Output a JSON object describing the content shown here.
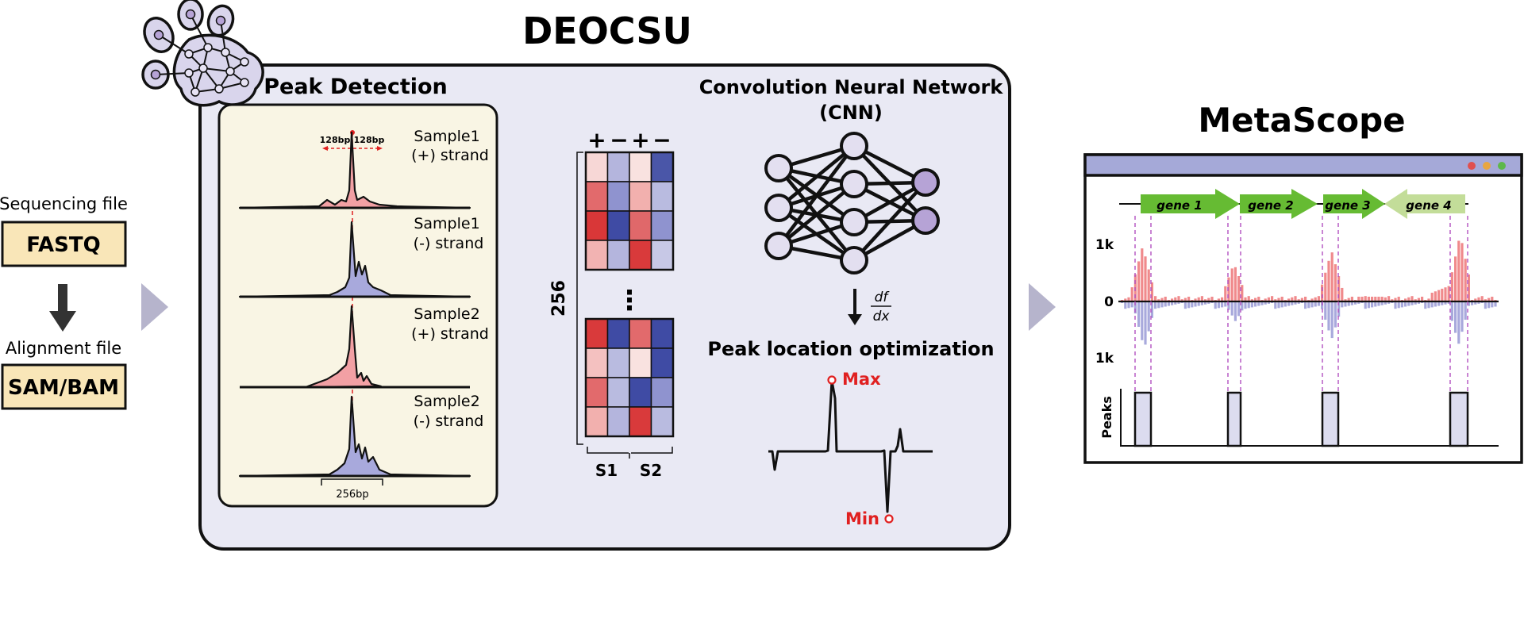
{
  "input": {
    "sequencing_label": "Sequencing file",
    "fastq_label": "FASTQ",
    "alignment_label": "Alignment file",
    "sambam_label": "SAM/BAM"
  },
  "deocsu": {
    "title": "DEOCSU",
    "peak_detection": {
      "title": "Peak Detection",
      "half_window_left": "128bp",
      "half_window_right": "128bp",
      "window_label": "256bp",
      "tracks": [
        {
          "sample": "Sample1",
          "strand": "(+) strand",
          "color": "#f2a0a4"
        },
        {
          "sample": "Sample1",
          "strand": "(-) strand",
          "color": "#a8a9dc"
        },
        {
          "sample": "Sample2",
          "strand": "(+) strand",
          "color": "#f2a0a4"
        },
        {
          "sample": "Sample2",
          "strand": "(-) strand",
          "color": "#a8a9dc"
        }
      ]
    },
    "matrix": {
      "col_signs": [
        "+",
        "−",
        "+",
        "−"
      ],
      "row_count_label": "256",
      "ellipsis": "⋮",
      "sample_labels": [
        "S1",
        "S2"
      ],
      "top_colors": [
        [
          "#f7d7d6",
          "#b4b5dd",
          "#f9e2e0",
          "#4a56a8"
        ],
        [
          "#e26a6c",
          "#8f93cf",
          "#f2b0ae",
          "#b9bbe0"
        ],
        [
          "#d93738",
          "#3f4ba4",
          "#e0686a",
          "#8f93cf"
        ],
        [
          "#f2b3b2",
          "#b4b5dd",
          "#d93a3b",
          "#c7c8e6"
        ]
      ],
      "bottom_colors": [
        [
          "#d93a3b",
          "#3f4ba4",
          "#e26a6c",
          "#3f4ba4"
        ],
        [
          "#f4c1c0",
          "#b9bbe0",
          "#f9e2e0",
          "#3f4ba4"
        ],
        [
          "#e26a6c",
          "#b9bbe0",
          "#3f4ba4",
          "#8f93cf"
        ],
        [
          "#f2b0ae",
          "#b4b5dd",
          "#d93a3b",
          "#b9bbe0"
        ]
      ]
    },
    "cnn": {
      "title_line1": "Convolution Neural Network",
      "title_line2": "(CNN)",
      "derivative_num": "df",
      "derivative_den": "dx",
      "optimization_title": "Peak location optimization",
      "max_label": "Max",
      "min_label": "Min"
    }
  },
  "metascope": {
    "title": "MetaScope",
    "genes": [
      "gene 1",
      "gene 2",
      "gene 3",
      "gene 4"
    ],
    "axis_top": "1k",
    "axis_zero": "0",
    "axis_bottom": "1k",
    "peaks_label": "Peaks",
    "window_dots": [
      "#e0504f",
      "#e8a640",
      "#5db84a"
    ]
  },
  "colors": {
    "panel_bg": "#e9e9f4",
    "peak_box_bg": "#f9f5e4",
    "input_box_bg": "#f9e6b8",
    "arrow_gray": "#b6b4cc",
    "node_purple": "#e3dff0",
    "node_dark": "#b6a3d6",
    "accent_red": "#e02020",
    "gene_green": "#66bb33",
    "gene_light": "#c3dd99"
  }
}
